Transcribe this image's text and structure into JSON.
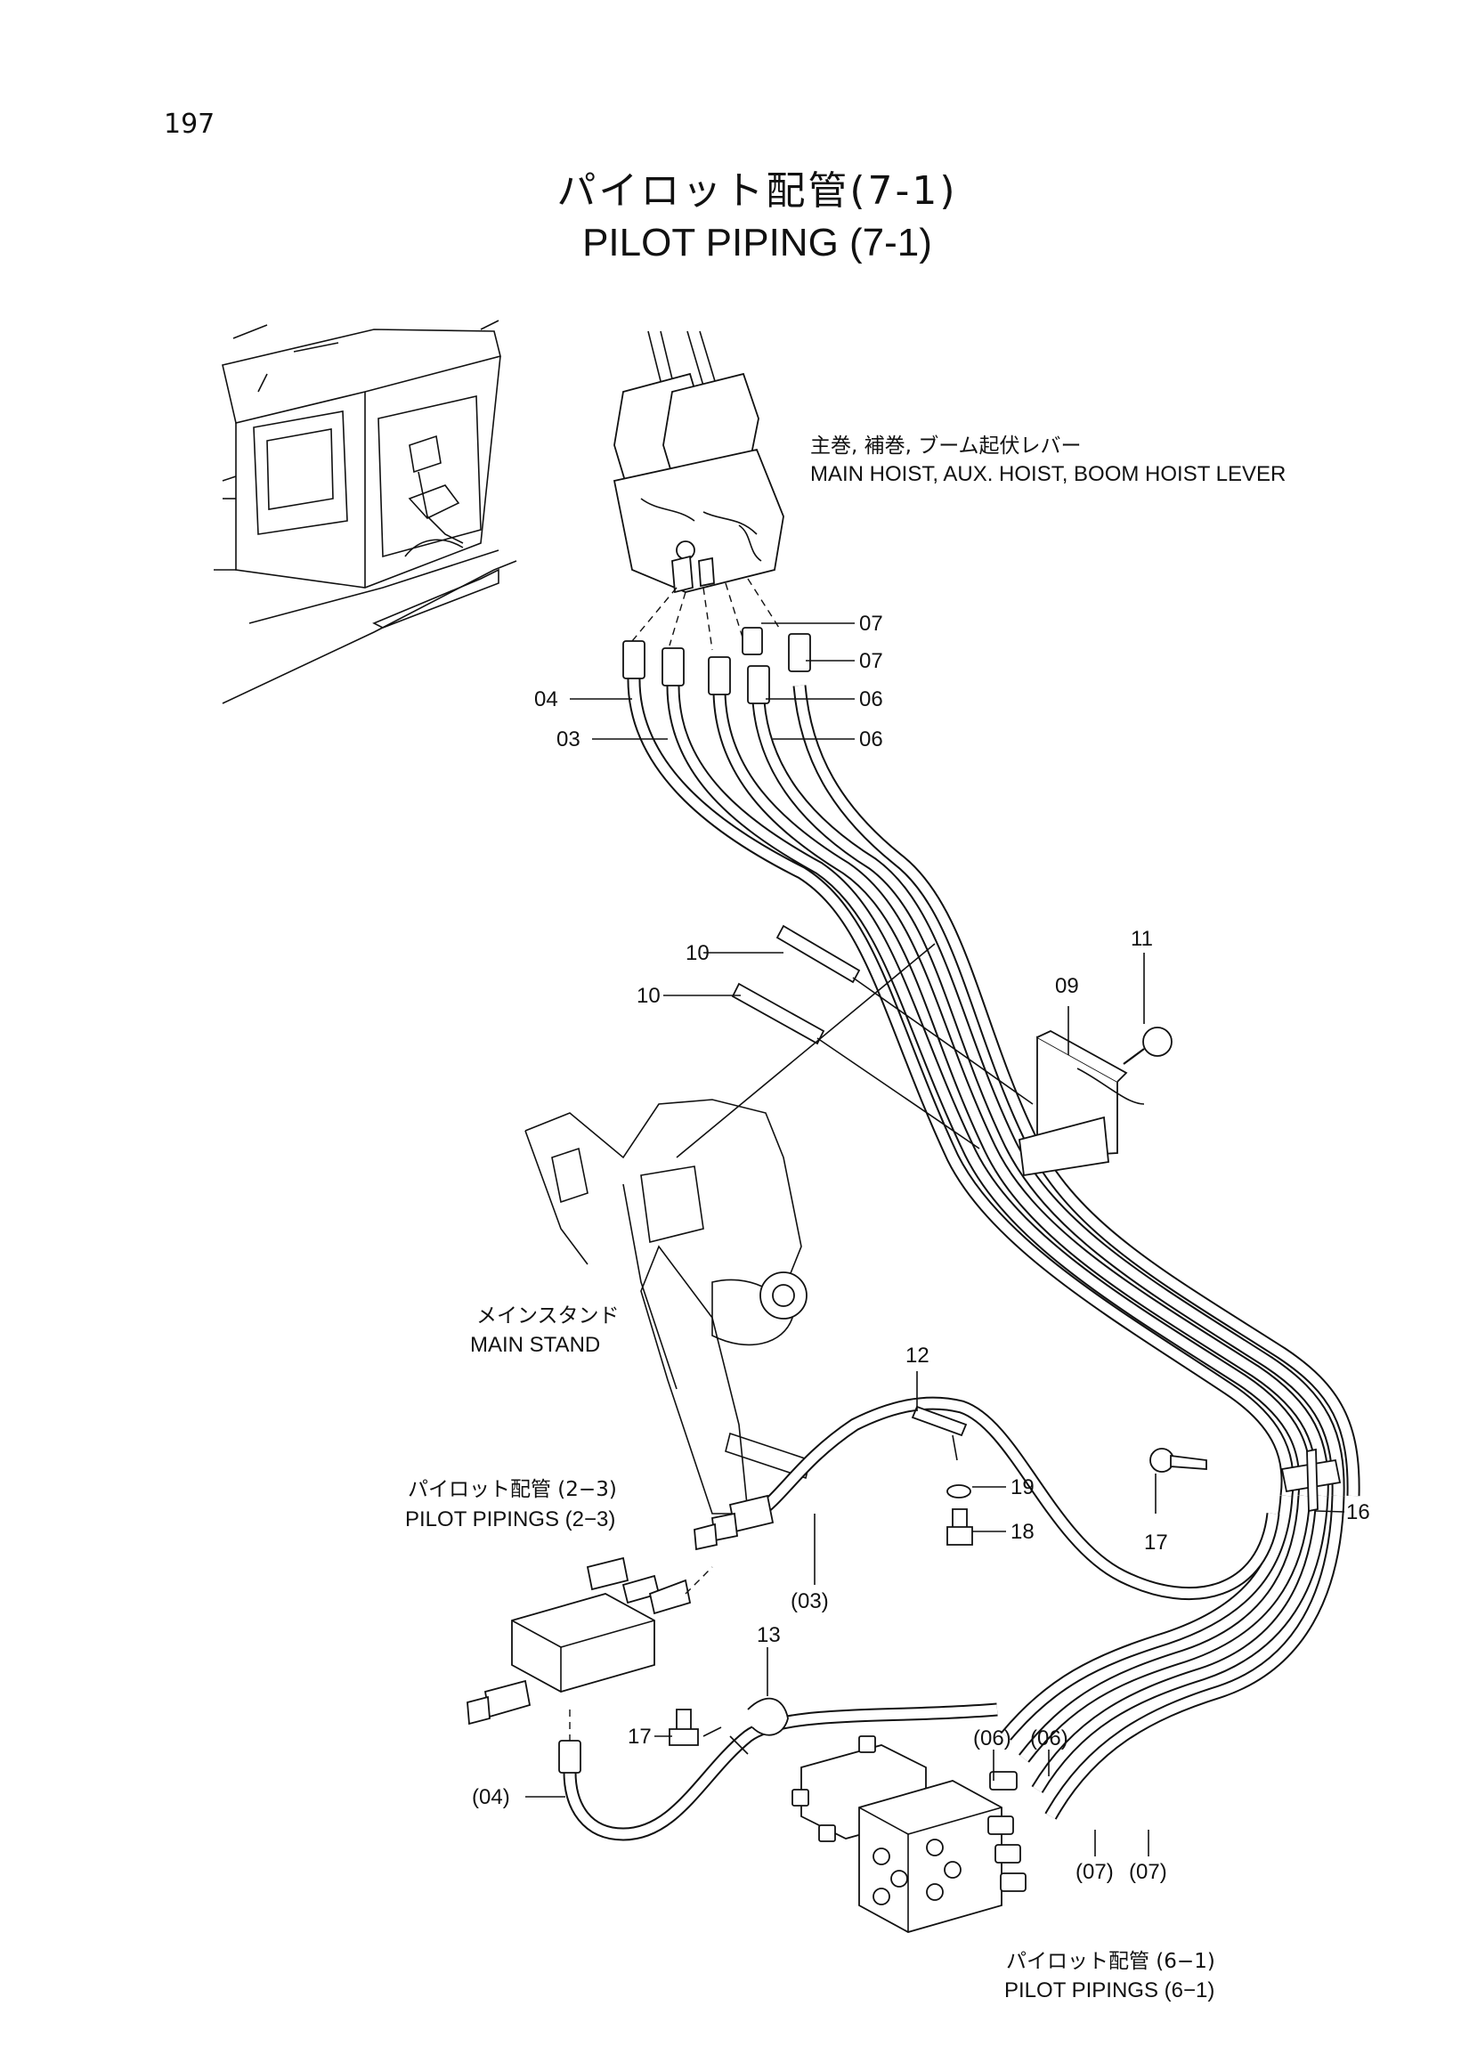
{
  "page_number": "197",
  "title": {
    "japanese": "パイロット配管(7-1)",
    "english": "PILOT PIPING (7-1)"
  },
  "labels": {
    "lever_jp": "主巻, 補巻, ブーム起伏レバー",
    "lever_en": "MAIN  HOIST, AUX. HOIST, BOOM  HOIST  LEVER",
    "main_stand_jp": "メインスタンド",
    "main_stand_en": "MAIN  STAND",
    "pipings_23_jp": "パイロット配管 (2−3)",
    "pipings_23_en": "PILOT  PIPINGS (2−3)",
    "pipings_61_jp": "パイロット配管 (6−1)",
    "pipings_61_en": "PILOT  PIPINGS (6−1)"
  },
  "part_numbers": {
    "p07a": "07",
    "p07b": "07",
    "p06a": "06",
    "p06b": "06",
    "p04": "04",
    "p03": "03",
    "p10a": "10",
    "p10b": "10",
    "p11": "11",
    "p09": "09",
    "p12": "12",
    "p19": "19",
    "p18": "18",
    "p17a": "17",
    "p16": "16",
    "p03ref": "(03)",
    "p13": "13",
    "p17b": "17",
    "p04ref": "(04)",
    "p06refa": "(06)",
    "p06refb": "(06)",
    "p07refa": "(07)",
    "p07refb": "(07)"
  }
}
